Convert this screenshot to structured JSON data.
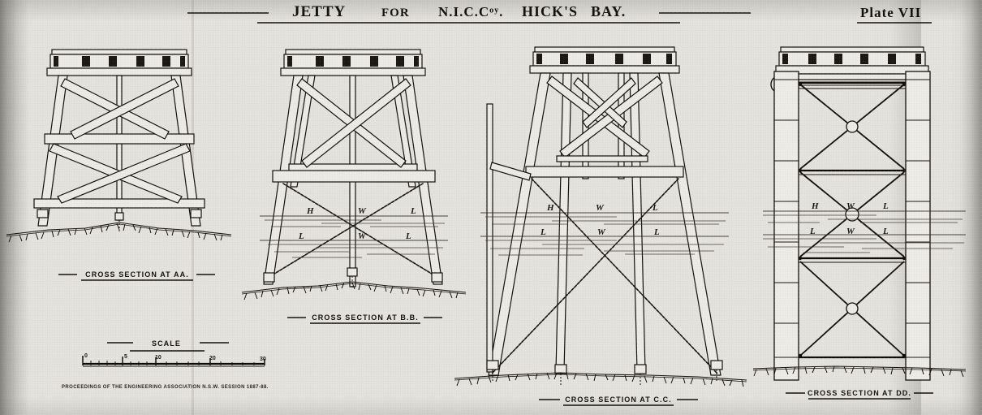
{
  "plate": {
    "title": "JETTY FOR N.I.C.Cᵒʸ. HICK'S BAY.",
    "title_words": [
      "JETTY",
      "FOR",
      "N.I.C.Cᵒʸ.",
      "HICK'S",
      "BAY."
    ],
    "plate_number": "Plate VII",
    "ink_color": "#14110d",
    "paper_color": "#e4e2dc"
  },
  "figures": [
    {
      "id": "fig-aa",
      "caption": "CROSS SECTION AT AA.",
      "type": "timber-trestle",
      "water_labels": []
    },
    {
      "id": "fig-bb",
      "caption": "CROSS SECTION AT B.B.",
      "type": "timber-trestle-chain-braced",
      "water_labels": [
        {
          "text": "H",
          "level": "high"
        },
        {
          "text": "W",
          "level": "high"
        },
        {
          "text": "L",
          "level": "high"
        },
        {
          "text": "L",
          "level": "low"
        },
        {
          "text": "W",
          "level": "low"
        },
        {
          "text": "L",
          "level": "low"
        }
      ]
    },
    {
      "id": "fig-cc",
      "caption": "CROSS SECTION AT C.C.",
      "type": "timber-trestle-tall-chain-braced",
      "water_labels": [
        {
          "text": "H",
          "level": "high"
        },
        {
          "text": "W",
          "level": "high"
        },
        {
          "text": "L",
          "level": "high"
        },
        {
          "text": "L",
          "level": "low"
        },
        {
          "text": "W",
          "level": "low"
        },
        {
          "text": "L",
          "level": "low"
        }
      ]
    },
    {
      "id": "fig-dd",
      "caption": "CROSS SECTION AT DD.",
      "type": "iron-cylinder-piers",
      "water_labels": [
        {
          "text": "H",
          "level": "high"
        },
        {
          "text": "W",
          "level": "high"
        },
        {
          "text": "L",
          "level": "high"
        },
        {
          "text": "L",
          "level": "low"
        },
        {
          "text": "W",
          "level": "low"
        },
        {
          "text": "L",
          "level": "low"
        }
      ]
    }
  ],
  "scale_bar": {
    "label": "SCALE",
    "ticks": [
      {
        "value": "0",
        "pos": 0.0
      },
      {
        "value": "5",
        "pos": 0.22
      },
      {
        "value": "10",
        "pos": 0.4
      },
      {
        "value": "20",
        "pos": 0.7
      },
      {
        "value": "30",
        "pos": 1.0
      }
    ]
  },
  "footer": {
    "text": "PROCEEDINGS OF THE ENGINEERING ASSOCIATION  N.S.W.  SESSION 1887-88."
  }
}
